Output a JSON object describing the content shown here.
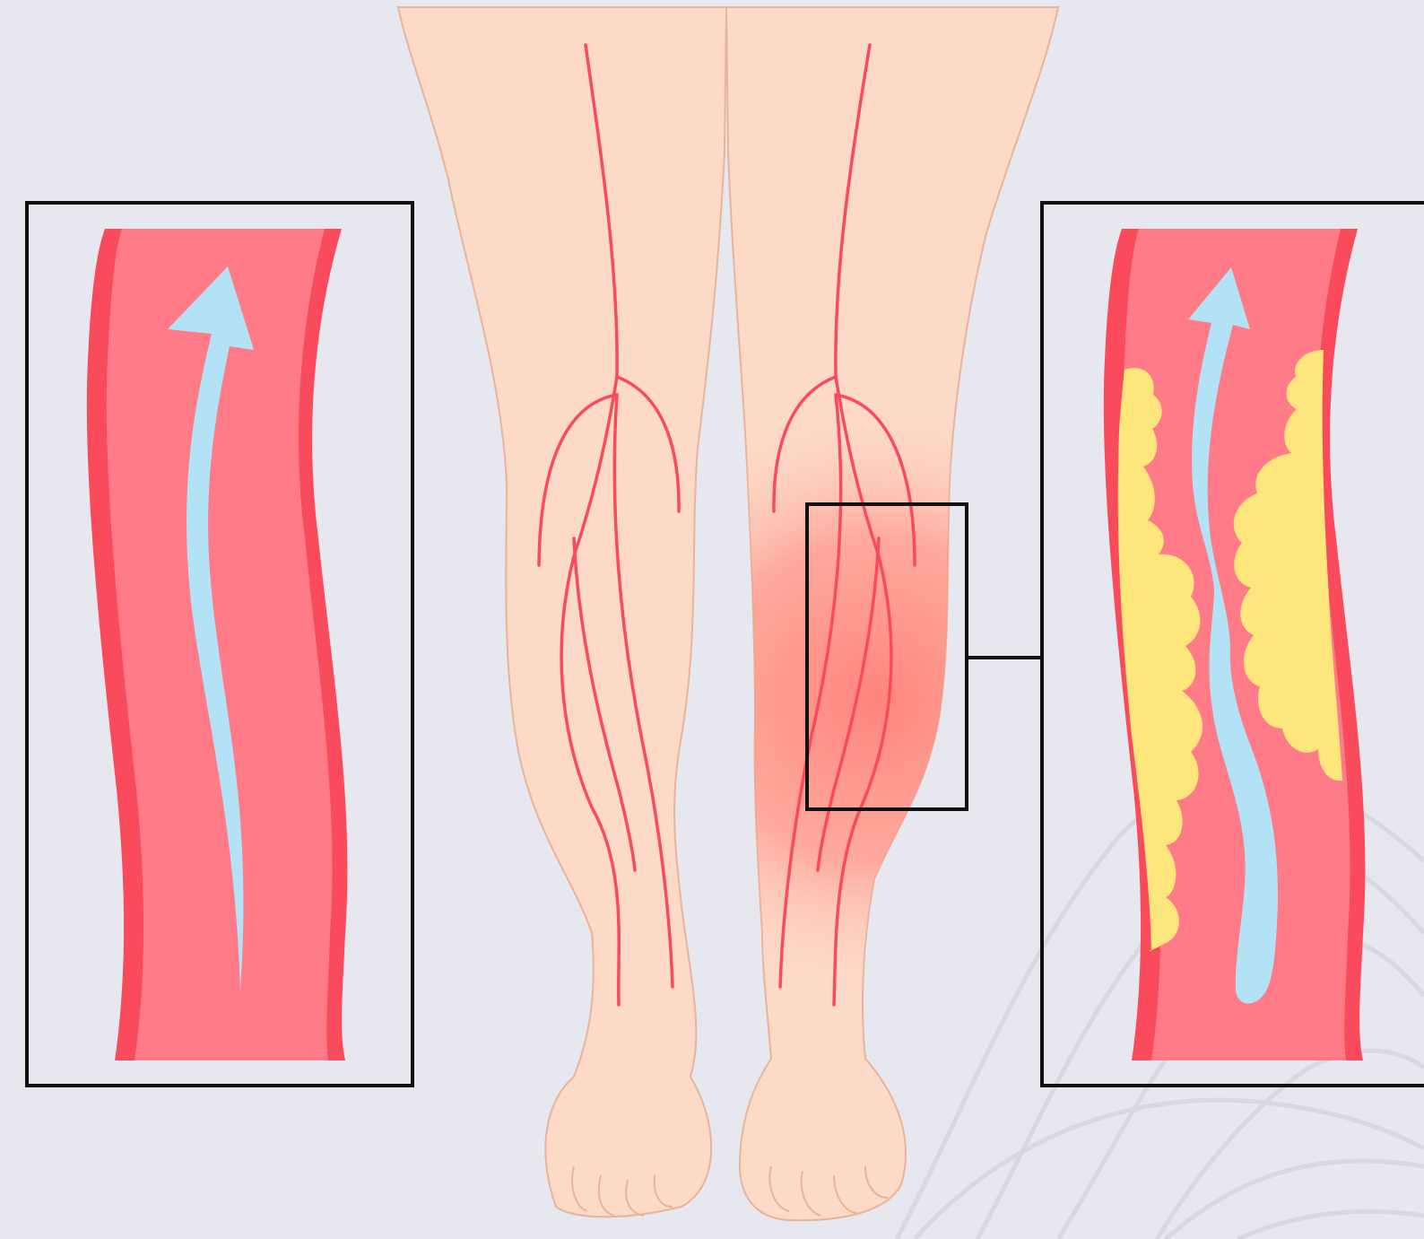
{
  "figure": {
    "subject": "leg-artery-plaque-comparison",
    "panels": [
      {
        "id": "left-inset",
        "state": "healthy-artery",
        "icons": [
          "blood-flow-arrow-icon"
        ]
      },
      {
        "id": "right-inset",
        "state": "narrowed-artery-with-plaque",
        "icons": [
          "blood-flow-arrow-icon",
          "plaque-icon"
        ]
      }
    ],
    "colors": {
      "background": "#e6e7ef",
      "skin": "#fdd9c8",
      "skin_outline": "#e8b49a",
      "artery_wall": "#f94b5c",
      "artery_lumen": "#ff7b88",
      "blood_flow": "#b3e2f6",
      "plaque": "#ffe67c",
      "inflammation": "#ff7f78",
      "frame": "#111111",
      "decor_lines": "#d7d8e0"
    }
  }
}
